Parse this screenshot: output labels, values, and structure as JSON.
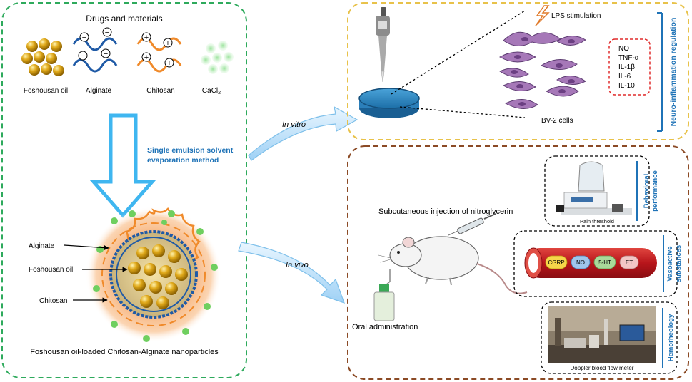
{
  "left_panel": {
    "title": "Drugs and materials",
    "materials": [
      "Foshousan oil",
      "Alginate",
      "Chitosan",
      "CaCl"
    ],
    "cacl_subscript": "2",
    "method": [
      "Single emulsion solvent",
      "evaporation method"
    ],
    "particle_labels": [
      "Alginate",
      "Foshousan oil",
      "Chitosan"
    ],
    "caption": "Foshousan oil-loaded Chitosan-Alginate nanoparticles"
  },
  "arrows": {
    "in_vitro": "In vitro",
    "in_vivo": "In vivo"
  },
  "in_vitro_panel": {
    "stimulation": "LPS stimulation",
    "markers": [
      "NO",
      "TNF-α",
      "IL-1β",
      "IL-6",
      "IL-10"
    ],
    "cells": "BV-2 cells",
    "side_label": "Neuro-inflammation regulation"
  },
  "in_vivo_panel": {
    "injection": "Subcutaneous injection of nitroglycerin",
    "oral": "Oral administration",
    "behavioral": {
      "side_label": [
        "Behavioral",
        "performance"
      ],
      "caption": "Pain threshold"
    },
    "vaso": {
      "side_label": [
        "Vasoactive",
        "substances"
      ],
      "markers": [
        "CGRP",
        "NO",
        "5-HT",
        "ET"
      ]
    },
    "hemo": {
      "side_label": "Hemorheology",
      "caption": "Doppler blood flow meter"
    }
  },
  "colors": {
    "left_border": "#2eaa5c",
    "vitro_border": "#e8c24a",
    "vivo_border": "#8b4a25",
    "accent_blue": "#1f73b7",
    "cell_purple": "#a678b8",
    "vessel_red": "#c8282c",
    "oil_gold": "#c99a0e",
    "alginate_blue": "#1f5aa6",
    "chitosan_orange": "#f08a2a"
  }
}
